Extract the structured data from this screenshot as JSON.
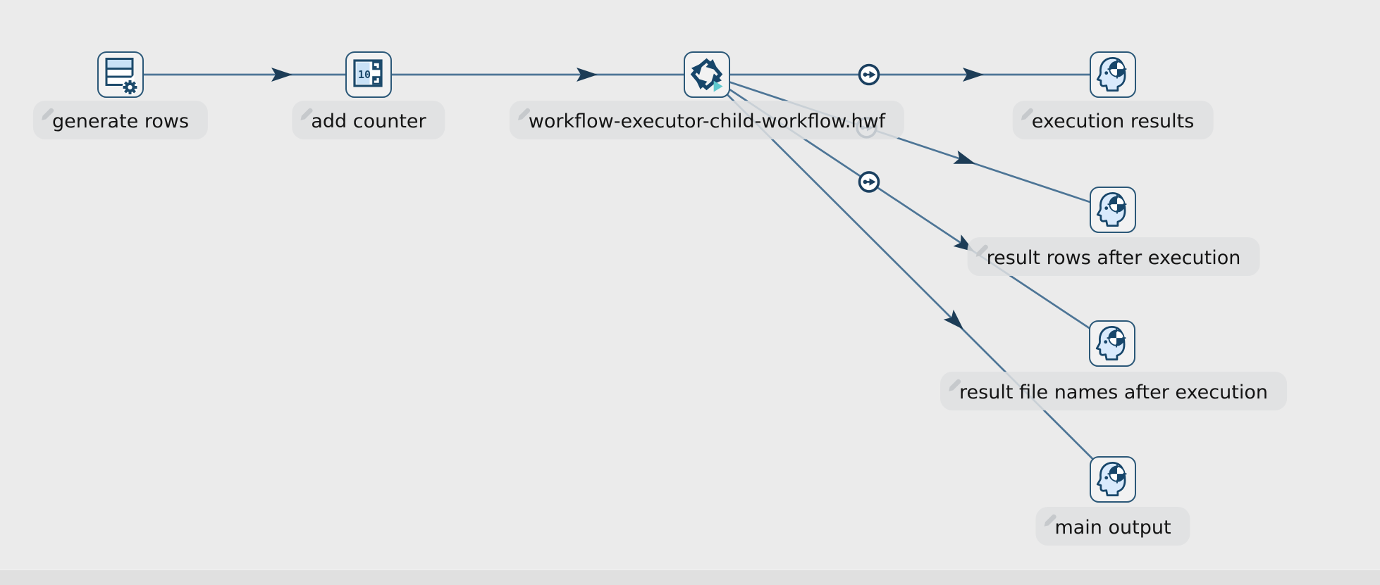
{
  "app": {
    "view": "pipeline canvas",
    "pipeline_file_hint": "workflow-executor-child-workflow.hwf"
  },
  "colors": {
    "canvas_bg": "#ebebeb",
    "hop_line": "#4d7596",
    "arrow_dark": "#1d3d57",
    "node_border": "#2b5878",
    "node_fill": "#f2f2f2",
    "icon_navy": "#1c4a6b",
    "icon_light_blue": "#cde4f7",
    "teal_accent": "#5fc9ce",
    "label_bg": "#e3e4e6",
    "pencil_grey": "#c6c9cc"
  },
  "nodes": [
    {
      "id": "generate-rows",
      "label": "generate rows",
      "icon": "table-gear-icon"
    },
    {
      "id": "add-counter",
      "label": "add counter",
      "icon": "counter-icon"
    },
    {
      "id": "workflow-executor",
      "label": "workflow-executor-child-workflow.hwf",
      "icon": "workflow-executor-icon"
    },
    {
      "id": "execution-results",
      "label": "execution results",
      "icon": "head-target-icon"
    },
    {
      "id": "result-rows",
      "label": "result rows after execution",
      "icon": "head-target-icon"
    },
    {
      "id": "result-file-names",
      "label": "result file names after execution",
      "icon": "head-target-icon"
    },
    {
      "id": "main-output",
      "label": "main output",
      "icon": "head-target-icon"
    }
  ],
  "connections": [
    {
      "from": "generate rows",
      "to": "add counter",
      "arrow": true,
      "data_hop_icon": false
    },
    {
      "from": "add counter",
      "to": "workflow-executor-child-workflow.hwf",
      "arrow": true,
      "data_hop_icon": false
    },
    {
      "from": "workflow-executor-child-workflow.hwf",
      "to": "execution results",
      "arrow": true,
      "data_hop_icon": true
    },
    {
      "from": "workflow-executor-child-workflow.hwf",
      "to": "result rows after execution",
      "arrow": true,
      "data_hop_icon": true
    },
    {
      "from": "workflow-executor-child-workflow.hwf",
      "to": "result file names after execution",
      "arrow": true,
      "data_hop_icon": true
    },
    {
      "from": "workflow-executor-child-workflow.hwf",
      "to": "main output",
      "arrow": true,
      "data_hop_icon": false
    }
  ]
}
